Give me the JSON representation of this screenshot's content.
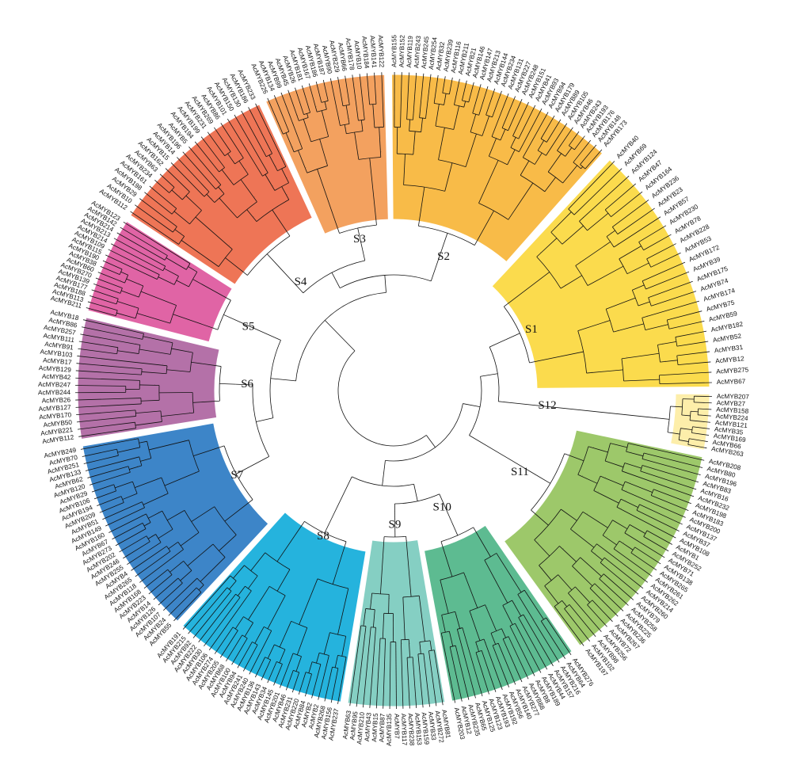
{
  "groups": [
    {
      "name": "S1",
      "color": "#fbdb4d",
      "leaves": [
        "AcMYB40",
        "AcMYB69",
        "AcMYB124",
        "AcMYB47",
        "AcMYB164",
        "AcMYB236",
        "AcMYB23",
        "AcMYB57",
        "AcMYB230",
        "AcMYB78",
        "AcMYB228",
        "AcMYB53",
        "AcMYB172",
        "AcMYB39",
        "AcMYB175",
        "AcMYB74",
        "AcMYB174",
        "AcMYB75",
        "AcMYB59",
        "AcMYB182",
        "AcMYB52",
        "AcMYB31",
        "AcMYB12",
        "AcMYB275",
        "AcMYB67"
      ]
    },
    {
      "name": "S12",
      "color": "#fdeeaa",
      "leaves": [
        "AcMYB207",
        "AcMYB27",
        "AcMYB158",
        "AcMYB224",
        "AcMYB121",
        "AcMYB35",
        "AcMYB169",
        "AcMYB66",
        "AcMYB263"
      ]
    },
    {
      "name": "S11",
      "color": "#9dc86a",
      "leaves": [
        "AcMYB208",
        "AcMYB80",
        "AcMYB196",
        "AcMYB83",
        "AcMYB16",
        "AcMYB232",
        "AcMYB198",
        "AcMYB183",
        "AcMYB200",
        "AcMYB137",
        "AcMYB37",
        "AcMYB108",
        "AcMYB1",
        "AcMYB252",
        "AcMYB71",
        "AcMYB138",
        "AcMYB265",
        "AcMYB261",
        "AcMYB262",
        "AcMYB214",
        "AcMYB260",
        "AcMYB79",
        "AcMYB258",
        "AcMYB225",
        "AcMYB236",
        "AcMYB267",
        "AcMYB72",
        "AcMYB256",
        "AcMYB98",
        "AcMYB102",
        "AcMYB197"
      ]
    },
    {
      "name": "S10",
      "color": "#5dbb91",
      "leaves": [
        "AcMYB276",
        "AcMYB64",
        "AcMYB216",
        "AcMYB157",
        "AcMYB44",
        "AcMYB189",
        "AcMYB8",
        "AcMYB88",
        "AcMYB277",
        "AcMYB140",
        "AcMYB56",
        "AcMYB192",
        "AcMYB193",
        "AcMYB123",
        "AcMYB125",
        "AcMYB65",
        "AcMYB235",
        "AcMYB12",
        "AcMYB203"
      ]
    },
    {
      "name": "S9",
      "color": "#85cfc3",
      "leaves": [
        "AcMYB81",
        "AcMYB272",
        "AcMYB33",
        "AcMYB159",
        "AcMYB153",
        "AcMYB238",
        "AcMYB117",
        "AcMYB7",
        "AcMYB135",
        "AcMYB87",
        "AcMYB15",
        "AcMYB43",
        "AcMYB210",
        "AcMYB95",
        "AcMYB63"
      ]
    },
    {
      "name": "S8",
      "color": "#25b3dd",
      "leaves": [
        "AcMYB237",
        "AcMYB156",
        "AcMYB268",
        "AcMYB2",
        "AcMYB2",
        "AcMYB84",
        "AcMYB220",
        "AcMYB231",
        "AcMYB46",
        "AcMYB201",
        "AcMYB145",
        "AcMYB34",
        "AcMYB143",
        "AcMYB136",
        "AcMYB240",
        "AcMYB241",
        "AcMYB94",
        "AcMYB100",
        "AcMYB68",
        "AcMYB205",
        "AcMYB274",
        "AcMYB106",
        "AcMYB30",
        "AcMYB222",
        "AcMYB92",
        "AcMYB215",
        "AcMYB191"
      ]
    },
    {
      "name": "S7",
      "color": "#3d85c8",
      "leaves": [
        "AcMYB55",
        "AcMYB24",
        "AcMYB107",
        "AcMYB126",
        "AcMYB14",
        "AcMYB223",
        "AcMYB168",
        "AcMYB118",
        "AcMYB265",
        "AcMYB4",
        "AcMYB255",
        "AcMYB246",
        "AcMYB202",
        "AcMYB273",
        "AcMYB67",
        "AcMYB160",
        "AcMYB149",
        "AcMYB51",
        "AcMYB209",
        "AcMYB194",
        "AcMYB106",
        "AcMYB29",
        "AcMYB120",
        "AcMYB62",
        "AcMYB133",
        "AcMYB251",
        "AcMYB70",
        "AcMYB249"
      ]
    },
    {
      "name": "S6",
      "color": "#b471a8",
      "leaves": [
        "AcMYB112",
        "AcMYB221",
        "AcMYB50",
        "AcMYB170",
        "AcMYB127",
        "AcMYB26",
        "AcMYB244",
        "AcMYB247",
        "AcMYB42",
        "AcMYB129",
        "AcMYB17",
        "AcMYB103",
        "AcMYB91",
        "AcMYB111",
        "AcMYB257",
        "AcMYB86",
        "AcMYB18"
      ]
    },
    {
      "name": "S5",
      "color": "#e064a5",
      "leaves": [
        "AcMYB211",
        "AcMYB113",
        "AcMYB188",
        "AcMYB177",
        "AcMYB139",
        "AcMYB270",
        "AcMYB60",
        "AcMYB38",
        "AcMYB190",
        "AcMYB115",
        "AcMYB109",
        "AcMYB214",
        "AcMYB213",
        "AcMYB214",
        "AcMYB142",
        "AcMYB123"
      ]
    },
    {
      "name": "S4",
      "color": "#ee7556",
      "leaves": [
        "AcMYB112",
        "AcMYB10",
        "AcMYB29",
        "AcMYB198",
        "AcMYB161",
        "AcMYB234",
        "AcMYB63",
        "AcMYB162",
        "AcMYB15",
        "AcMYB14",
        "AcMYB196",
        "AcMYB5",
        "AcMYB194",
        "AcMYB199",
        "AcMYB231",
        "AcMYB269",
        "AcMYB86",
        "AcMYB101",
        "AcMYB150",
        "AcMYB130",
        "AcMYB186",
        "AcMYB233"
      ]
    },
    {
      "name": "S3",
      "color": "#f3a15f",
      "leaves": [
        "AcMYB226",
        "AcMYB134",
        "AcMYB99",
        "AcMYB45",
        "AcMYB26",
        "AcMYB181",
        "AcMYB167",
        "AcMYB186",
        "AcMYB187",
        "AcMYB90",
        "AcMYB229",
        "AcMYB66",
        "AcMYB178",
        "AcMYB10",
        "AcMYB184",
        "AcMYB141",
        "AcMYB122"
      ]
    },
    {
      "name": "S2",
      "color": "#f8bb48",
      "leaves": [
        "AcMYB155",
        "AcMYB152",
        "AcMYB119",
        "AcMYB243",
        "AcMYB245",
        "AcMYB254",
        "AcMYB32",
        "AcMYB239",
        "AcMYB116",
        "AcMYB211",
        "AcMYB21",
        "AcMYB146",
        "AcMYB147",
        "AcMYB213",
        "AcMYB144",
        "AcMYB234",
        "AcMYB131",
        "AcMYB227",
        "AcMYB248",
        "AcMYB151",
        "AcMYB41",
        "AcMYB93",
        "AcMYB94",
        "AcMYB179",
        "AcMYB89",
        "AcMYB105",
        "AcMYB46",
        "AcMYB243",
        "AcMYB193",
        "AcMYB176",
        "AcMYB148",
        "AcMYB173"
      ]
    }
  ]
}
